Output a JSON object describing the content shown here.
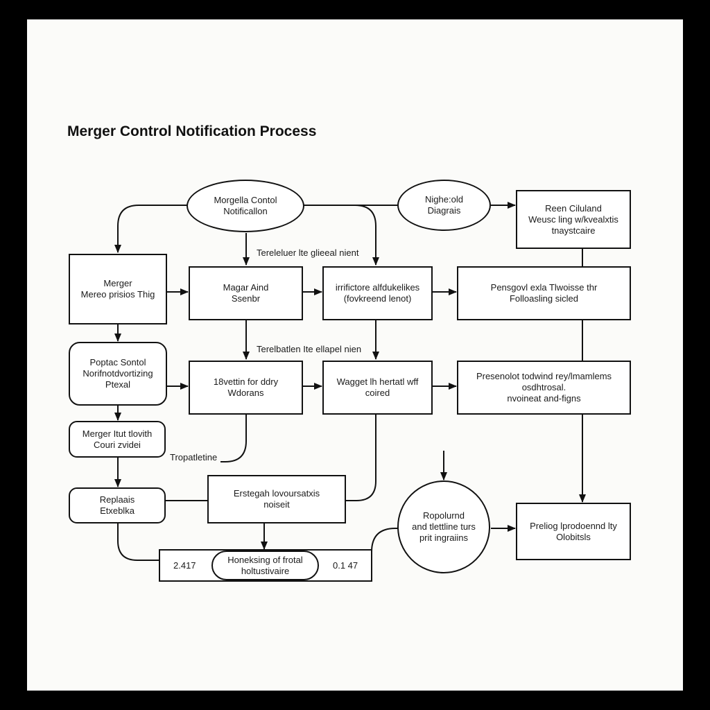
{
  "diagram": {
    "title": "Merger Control Notification Process",
    "nodes": {
      "start_ellipse": "Morgella Contol\nNotificallon",
      "night_ellipse": "Nighe:old\nDiagrais",
      "reen_box": "Reen Ciluland\nWeusc ling w/kvealxtis\ntnaystcaire",
      "merger_box": "Merger\nMereo prisios Thig",
      "magar_box": "Magar Aind\nSsenbr",
      "irrifictore_box": "irrifictore alfdukelikes\n(fovkreend lenot)",
      "pensgovl_box": "Pensgovl exla Tlwoisse thr\nFolloasling sicled",
      "poptac_box": "Poptac Sontol\nNorifnotdvortizing\nPtexal",
      "eighteen_box": "18vettin for ddry\nWdorans",
      "wagget_box": "Wagget lh hertatl wff\ncoired",
      "presenolot_box": "Presenolot todwind rey/lmamlems\nosdhtrosal.\nnvoineat and-figns",
      "merger_tut_box": "Merger Itut tlovith\nCouri zvidei",
      "replaais_box": "Replaais\nEtxeblka",
      "erstegah_box": "Erstegah lovoursatxis\nnoiseit",
      "roposlurnd_circle": "Ropolurnd\nand tlettline turs\nprit ingraiins",
      "preliog_box": "Preliog lprodoennd lty\nOlobitsls",
      "monitoring_pill": "Honeksing of frotal\nholtustivaire"
    },
    "labels": {
      "upper_connector": "Tereleluer lte glieeal nient",
      "middle_connector": "Terelbatlen Ite ellapel nien",
      "tropatletine": "Tropatletine",
      "left_value": "2.417",
      "right_value": "0.1 47"
    }
  }
}
